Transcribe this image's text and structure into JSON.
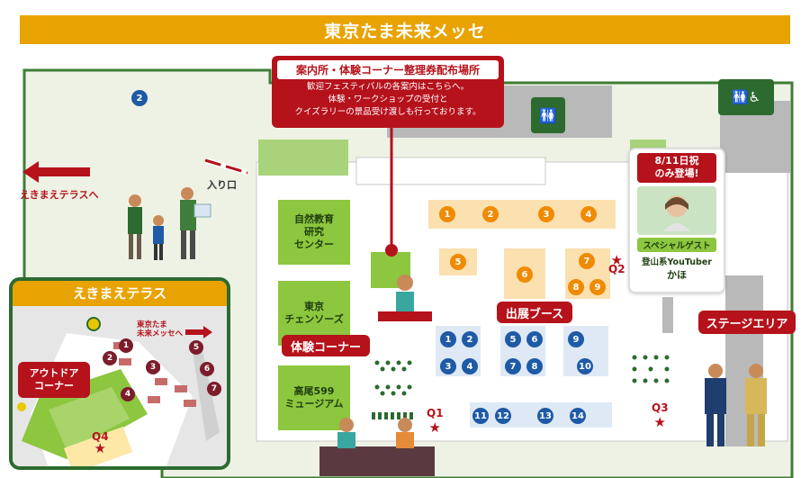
{
  "title": "東京たま未来メッセ",
  "info_box": {
    "heading": "案内所・体験コーナー整理券配布場所",
    "lines": [
      "歓迎フェスティバルの各案内はこちらへ。",
      "体験・ワークショップの受付と",
      "クイズラリーの景品受け渡しも行っております。"
    ]
  },
  "entrance_label": "入り口",
  "arrow_label": "えきまえテラスへ",
  "guest_box": {
    "date_line1": "8/11日祝",
    "date_line2": "のみ登場!",
    "badge": "スペシャルゲスト",
    "subtitle": "登山系YouTuber",
    "name": "かほ"
  },
  "facilities": {
    "nature": "自然教育\n研究\nセンター",
    "chainsaw": "東京\nチェンソーズ",
    "takao": "高尾599\nミュージアム"
  },
  "labels": {
    "taiken": "体験コーナー",
    "shutten": "出展ブース",
    "stage": "ステージエリア",
    "outdoor": "アウトドア\nコーナー"
  },
  "inset": {
    "title": "えきまえテラス",
    "to_messe": "東京たま\n未来メッセへ",
    "markers": [
      "1",
      "2",
      "3",
      "4",
      "5",
      "6",
      "7"
    ]
  },
  "quiz_points": [
    "Q1",
    "Q2",
    "Q3",
    "Q4"
  ],
  "booths_orange": [
    "1",
    "2",
    "3",
    "4",
    "5",
    "6",
    "7",
    "8",
    "9"
  ],
  "booths_blue": [
    "1",
    "2",
    "3",
    "4",
    "5",
    "6",
    "7",
    "8",
    "9",
    "10",
    "11",
    "12",
    "13",
    "14"
  ],
  "map_marker": "2",
  "icons": [
    "restroom-icon",
    "accessible-restroom-icon"
  ],
  "colors": {
    "accent_orange": "#e8a300",
    "label_red": "#b5121b",
    "green_border": "#2d6a2f",
    "booth_blue": "#1f5aa6",
    "booth_orange": "#f08a00"
  }
}
